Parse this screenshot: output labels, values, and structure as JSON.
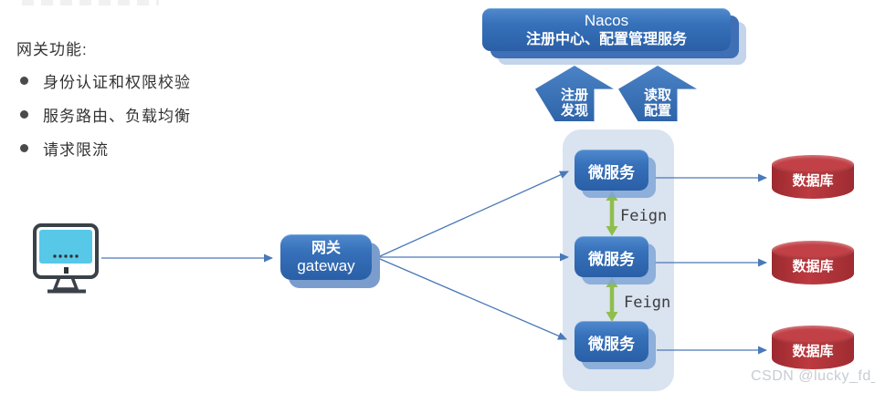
{
  "watermark": "CSDN @lucky_fd_",
  "left_panel": {
    "title": "网关功能:",
    "bullets": [
      "身份认证和权限校验",
      "服务路由、负载均衡",
      "请求限流"
    ]
  },
  "nacos": {
    "title": "Nacos",
    "subtitle": "注册中心、配置管理服务"
  },
  "nacos_arrows": {
    "register_discover": {
      "line1": "注册",
      "line2": "发现"
    },
    "read_config": {
      "line1": "读取",
      "line2": "配置"
    }
  },
  "gateway": {
    "title_zh": "网关",
    "title_en": "gateway"
  },
  "services": [
    {
      "label": "微服务"
    },
    {
      "label": "微服务"
    },
    {
      "label": "微服务"
    }
  ],
  "feign_label": "Feign",
  "databases": [
    {
      "label": "数据库"
    },
    {
      "label": "数据库"
    },
    {
      "label": "数据库"
    }
  ],
  "colors": {
    "node_blue": "#3671BA",
    "container_bg": "#DAE3F0",
    "database_red": "#B23237",
    "feign_green": "#8FBE4C",
    "connector_blue": "#4A79B8"
  }
}
